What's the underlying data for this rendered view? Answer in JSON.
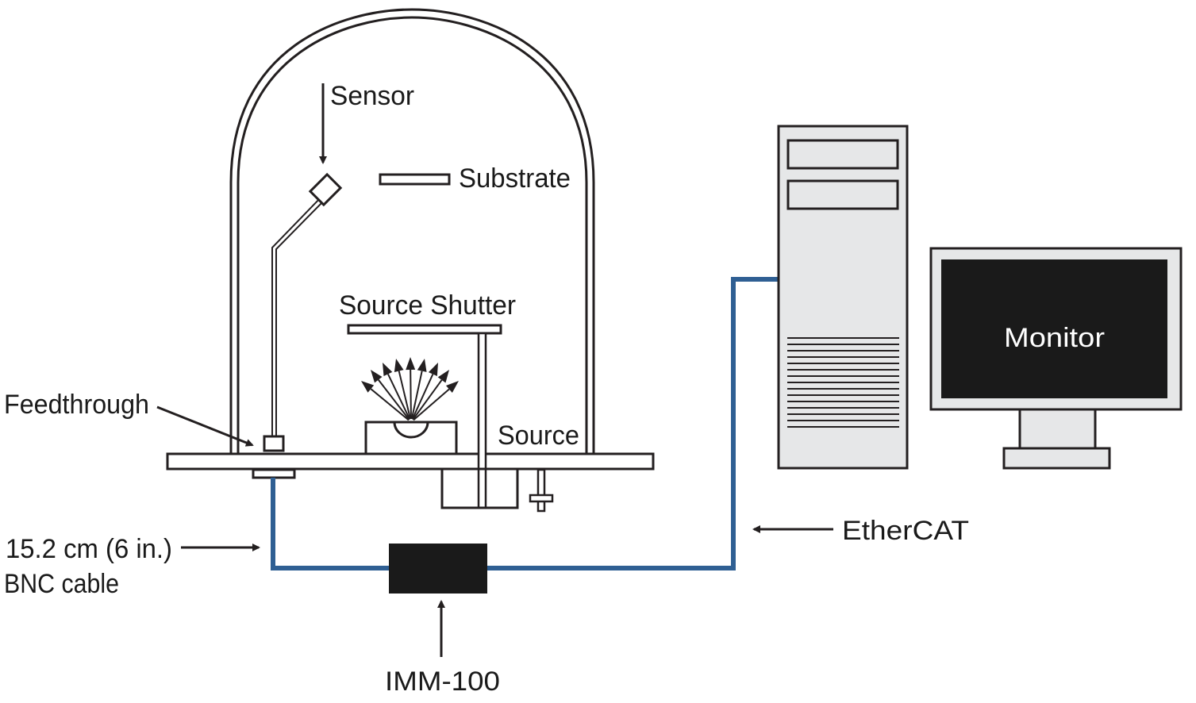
{
  "labels": {
    "sensor": "Sensor",
    "substrate": "Substrate",
    "source_shutter": "Source Shutter",
    "feedthrough": "Feedthrough",
    "source": "Source",
    "cable_line1": "15.2 cm (6 in.)",
    "cable_line2": "BNC cable",
    "ethercat": "EtherCAT",
    "imm": "IMM-100",
    "monitor": "Monitor"
  },
  "colors": {
    "cable": "#2f5f93",
    "line": "#231f20",
    "device_fill": "#1a1a1a",
    "pc_fill": "#e6e7e8",
    "screen_fill": "#1a1a1a",
    "monitor_text": "#ffffff"
  }
}
